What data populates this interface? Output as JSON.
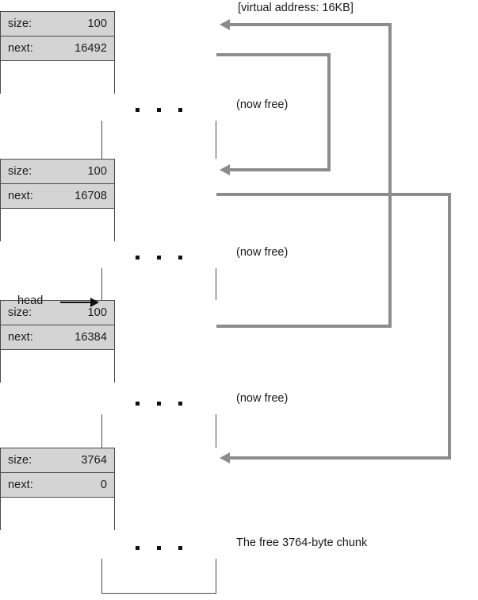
{
  "diagram": {
    "title_annotation": "[virtual address: 16KB]",
    "head_pointer_label": "head",
    "free_chunk_note": "The free 3764-byte chunk",
    "now_free_label": "(now free)",
    "field_labels": {
      "size": "size:",
      "next": "next:"
    },
    "colors": {
      "header_fill": "#d4d4d4",
      "box_border": "#4a4a4a",
      "wire": "#8c8c8c",
      "head_arrow": "#111111",
      "text": "#1a1a1a",
      "background": "#ffffff"
    },
    "blocks": [
      {
        "id": "chunk-16384",
        "size_label": "size:",
        "size_value": "100",
        "next_label": "next:",
        "next_value": "16492",
        "body_note": "(now free)",
        "is_head": false
      },
      {
        "id": "chunk-16492",
        "size_label": "size:",
        "size_value": "100",
        "next_label": "next:",
        "next_value": "16708",
        "body_note": "(now free)",
        "is_head": false
      },
      {
        "id": "chunk-16708",
        "size_label": "size:",
        "size_value": "100",
        "next_label": "next:",
        "next_value": "16384",
        "body_note": "(now free)",
        "is_head": true
      },
      {
        "id": "chunk-free-tail",
        "size_label": "size:",
        "size_value": "3764",
        "next_label": "next:",
        "next_value": "0",
        "body_note": "The free 3764-byte chunk",
        "is_head": false
      }
    ]
  }
}
